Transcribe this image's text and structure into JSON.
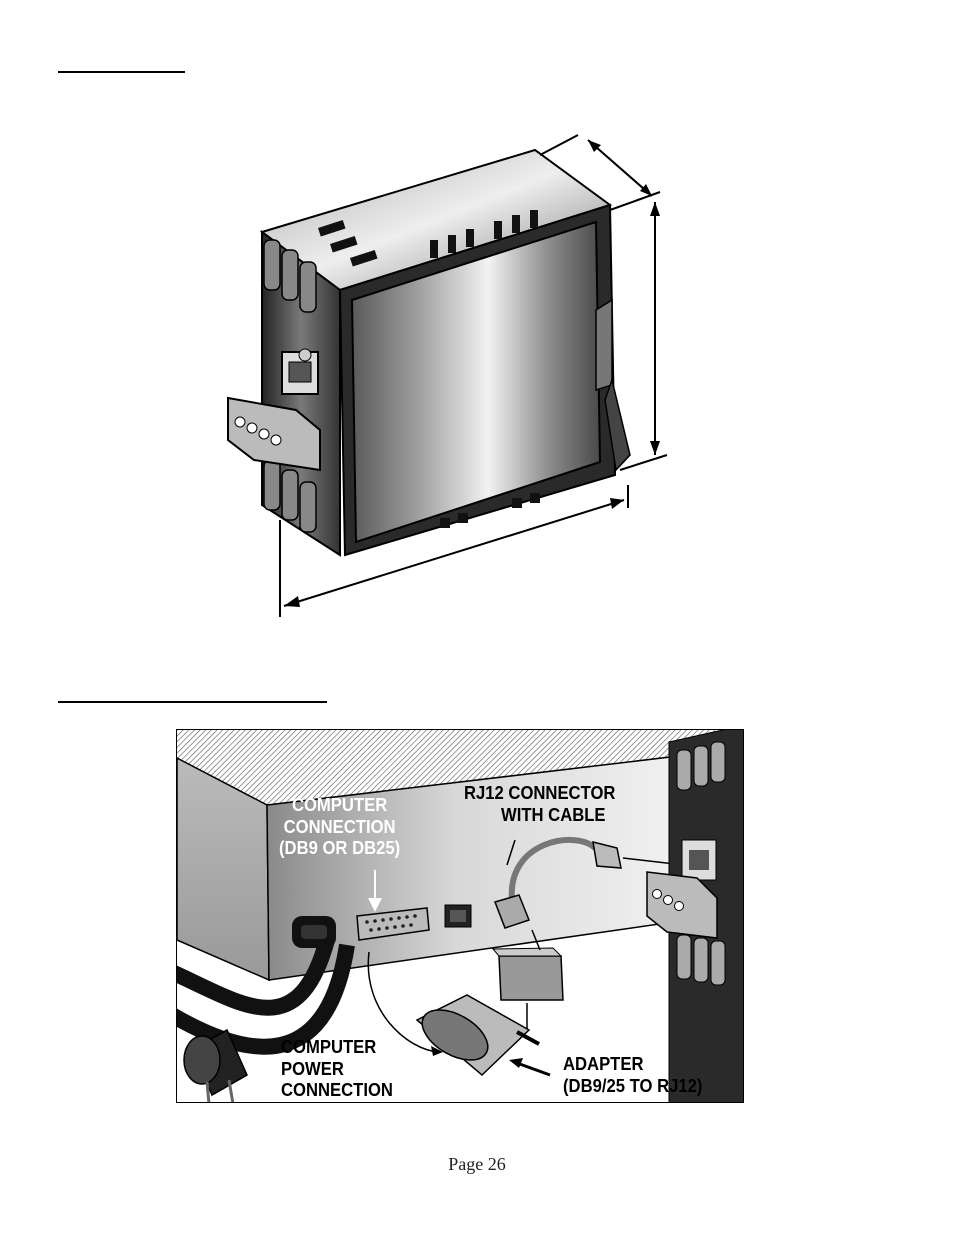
{
  "connection_figure": {
    "labels": {
      "computer_connection": "COMPUTER\nCONNECTION\n(DB9 OR DB25)",
      "rj12_connector": "RJ12 CONNECTOR\n        WITH CABLE",
      "computer_power": "COMPUTER\nPOWER\nCONNECTION",
      "adapter": "ADAPTER\n(DB9/25 TO RJ12)"
    }
  },
  "footer": {
    "page_number": "Page 26"
  },
  "colors": {
    "ink": "#000000",
    "panel_fill": "#d9d9d9",
    "metal_dark": "#3a3a3a",
    "metal_light": "#e8e8e8"
  },
  "icons": [
    "device-illustration",
    "computer-case-illustration",
    "power-plug-icon",
    "db25-port-icon",
    "rj12-jack-icon",
    "rj12-plug-icon",
    "adapter-block-icon",
    "db25-adapter-icon"
  ]
}
